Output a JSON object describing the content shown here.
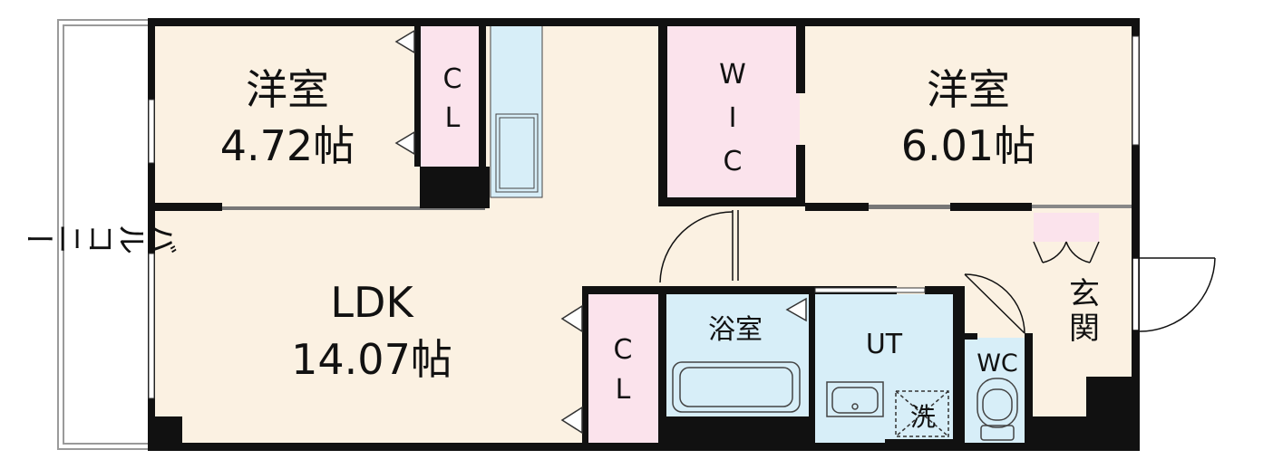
{
  "rooms": {
    "western_room_left": {
      "name": "洋室",
      "size": "4.72帖"
    },
    "western_room_right": {
      "name": "洋室",
      "size": "6.01帖"
    },
    "ldk": {
      "name": "LDK",
      "size": "14.07帖"
    },
    "closet_top": {
      "c": "C",
      "l": "L"
    },
    "closet_ldk": {
      "c": "C",
      "l": "L"
    },
    "wic": {
      "w": "W",
      "i": "I",
      "c": "C"
    },
    "bathroom": {
      "name": "浴室"
    },
    "utility": {
      "name": "UT"
    },
    "washer": {
      "name": "洗"
    },
    "toilet": {
      "name": "WC"
    },
    "entrance": {
      "name_1": "玄",
      "name_2": "関"
    },
    "balcony": {
      "name": "バルコニー"
    }
  },
  "colors": {
    "floor": "#fbf1e2",
    "closet": "#fbe3ec",
    "wet_area": "#d7eef8",
    "wall": "#111111",
    "balcony_line": "#9a9a9a"
  }
}
